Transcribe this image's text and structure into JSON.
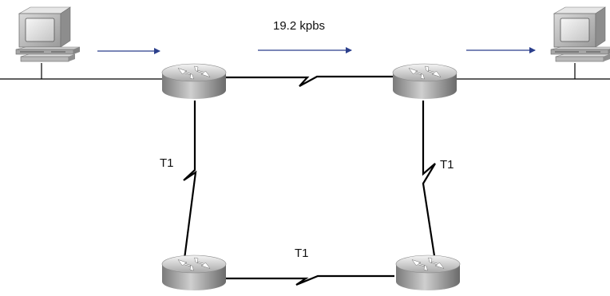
{
  "diagram": {
    "speed_label": "19.2 kpbs",
    "link_left_label": "T1",
    "link_right_label": "T1",
    "link_bottom_label": "T1"
  },
  "nodes": {
    "left_pc": "workstation-icon",
    "right_pc": "workstation-icon",
    "router_top_left": "router-icon",
    "router_top_right": "router-icon",
    "router_bottom_left": "router-icon",
    "router_bottom_right": "router-icon"
  },
  "colors": {
    "arrow": "#2b3f8c",
    "line": "#000000"
  }
}
